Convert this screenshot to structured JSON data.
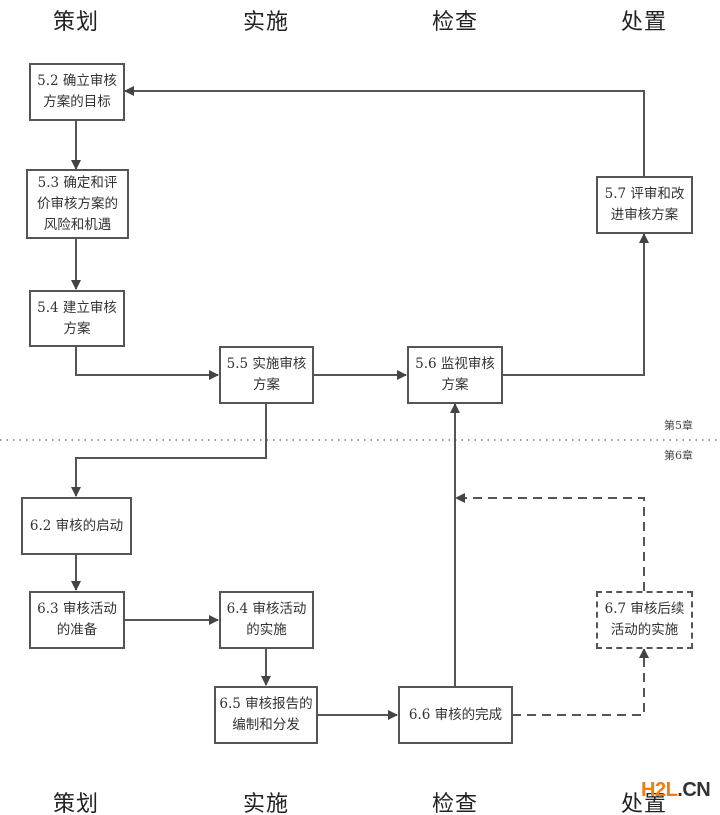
{
  "phases_top": [
    "策划",
    "实施",
    "检查",
    "处置"
  ],
  "phases_bottom": [
    "策划",
    "实施",
    "检查",
    "处置"
  ],
  "chapters": {
    "upper": "第5章",
    "lower": "第6章"
  },
  "boxes": {
    "b52": "5.2 确立审核方案的目标",
    "b53": "5.3 确定和评价审核方案的风险和机遇",
    "b54": "5.4 建立审核方案",
    "b55": "5.5 实施审核方案",
    "b56": "5.6 监视审核方案",
    "b57": "5.7 评审和改进审核方案",
    "b62": "6.2 审核的启动",
    "b63": "6.3 审核活动的准备",
    "b64": "6.4 审核活动的实施",
    "b65": "6.5 审核报告的编制和分发",
    "b66": "6.6 审核的完成",
    "b67": "6.7 审核后续活动的实施"
  },
  "watermark": {
    "part1": "H2L",
    "part2": ".CN"
  },
  "colors": {
    "line": "#555555",
    "watermark_orange": "#f07d12"
  }
}
